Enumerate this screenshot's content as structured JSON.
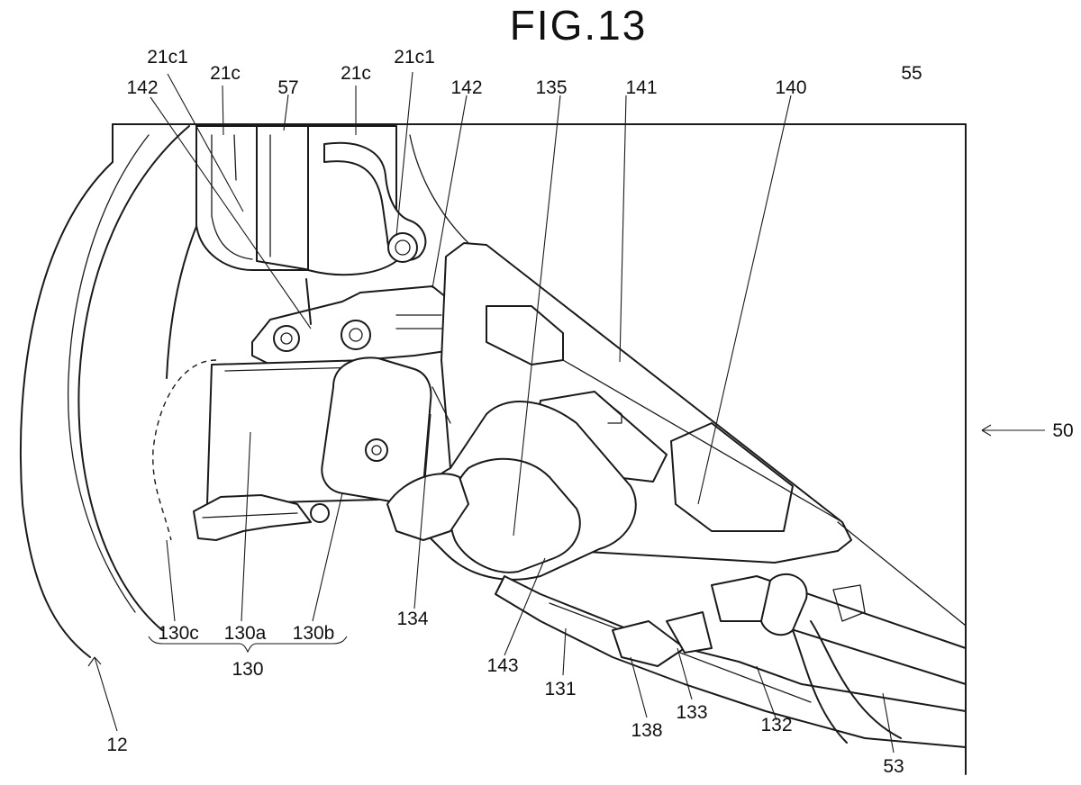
{
  "figure": {
    "title": "FIG.13"
  },
  "labels": {
    "l_21c1_a": "21c1",
    "l_21c_a": "21c",
    "l_142_a": "142",
    "l_57": "57",
    "l_21c_b": "21c",
    "l_21c1_b": "21c1",
    "l_142_b": "142",
    "l_135": "135",
    "l_141": "141",
    "l_140": "140",
    "l_55": "55",
    "l_50": "50",
    "l_130c": "130c",
    "l_130a": "130a",
    "l_130b": "130b",
    "l_130": "130",
    "l_134": "134",
    "l_143": "143",
    "l_131": "131",
    "l_138": "138",
    "l_133": "133",
    "l_132": "132",
    "l_53": "53",
    "l_12": "12"
  }
}
